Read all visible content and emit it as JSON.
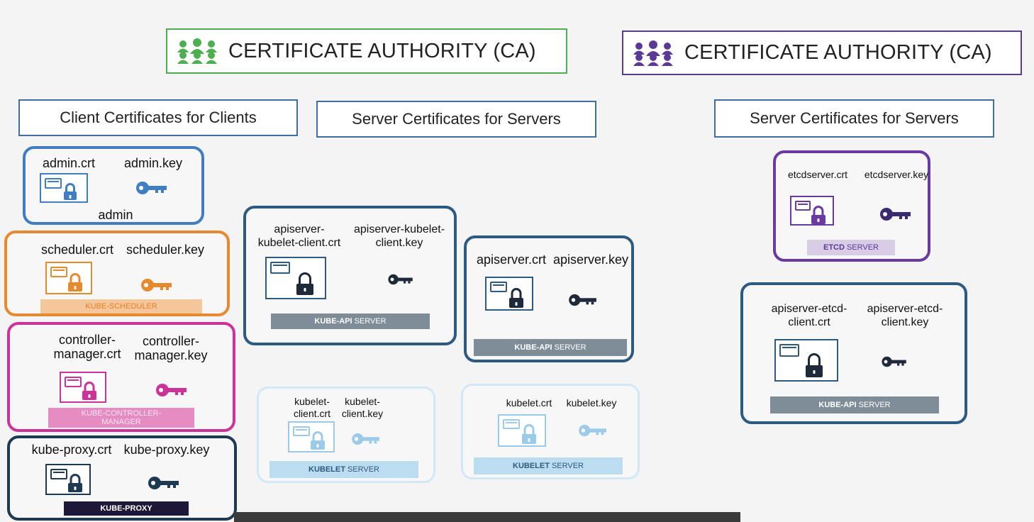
{
  "ca_left": {
    "title": "CERTIFICATE AUTHORITY (CA)",
    "icon": "people-group-icon",
    "color": "#4caf50"
  },
  "ca_right": {
    "title": "CERTIFICATE AUTHORITY (CA)",
    "icon": "people-group-icon",
    "color": "#5b3a96"
  },
  "headers": {
    "client": "Client Certificates for Clients",
    "server_mid": "Server Certificates for Servers",
    "server_right": "Server Certificates for Servers"
  },
  "admin": {
    "crt": "admin.crt",
    "key": "admin.key",
    "name": "admin",
    "color": "#3f7fc1"
  },
  "scheduler": {
    "crt": "scheduler.crt",
    "key": "scheduler.key",
    "tag": "KUBE-SCHEDULER",
    "color": "#e58a2e",
    "tag_bg": "#f5c69a"
  },
  "controller": {
    "crt_l1": "controller-",
    "crt_l2": "manager.crt",
    "key_l1": "controller-",
    "key_l2": "manager.key",
    "tag_l1": "KUBE-CONTROLLER-",
    "tag_l2": "MANAGER",
    "color": "#cc3399",
    "tag_bg": "#e58cc3"
  },
  "proxy": {
    "crt": "kube-proxy.crt",
    "key": "kube-proxy.key",
    "tag": "KUBE-PROXY",
    "color": "#1e3a52",
    "tag_bg": "#1e1838"
  },
  "apiserver_kubelet_client": {
    "crt_l1": "apiserver-",
    "crt_l2": "kubelet-client.crt",
    "key_l1": "apiserver-kubelet-",
    "key_l2": "client.key",
    "tag_bold": "KUBE-API",
    "tag_rest": "SERVER",
    "color": "#2d5a80",
    "tag_bg": "#7f8d99"
  },
  "apiserver": {
    "crt": "apiserver.crt",
    "key": "apiserver.key",
    "tag_bold": "KUBE-API",
    "tag_rest": "SERVER",
    "color": "#2d5a80",
    "tag_bg": "#7f8d99"
  },
  "kubelet_client": {
    "crt_l1": "kubelet-",
    "crt_l2": "client.crt",
    "key_l1": "kubelet-",
    "key_l2": "client.key",
    "tag_bold": "KUBELET",
    "tag_rest": "SERVER",
    "color": "#9ccbea",
    "tag_bg": "#bcdcf0"
  },
  "kubelet": {
    "crt": "kubelet.crt",
    "key": "kubelet.key",
    "tag_bold": "KUBELET",
    "tag_rest": "SERVER",
    "color": "#9ccbea",
    "tag_bg": "#bcdcf0"
  },
  "etcd": {
    "crt": "etcdserver.crt",
    "key": "etcdserver.key",
    "tag_bold": "ETCD",
    "tag_rest": "SERVER",
    "color": "#6a3aa0",
    "tag_bg": "#d9cde6"
  },
  "apiserver_etcd_client": {
    "crt_l1": "apiserver-etcd-",
    "crt_l2": "client.crt",
    "key_l1": "apiserver-etcd-",
    "key_l2": "client.key",
    "tag_bold": "KUBE-API",
    "tag_rest": "SERVER",
    "color": "#2d5a80",
    "tag_bg": "#7f8d99"
  }
}
